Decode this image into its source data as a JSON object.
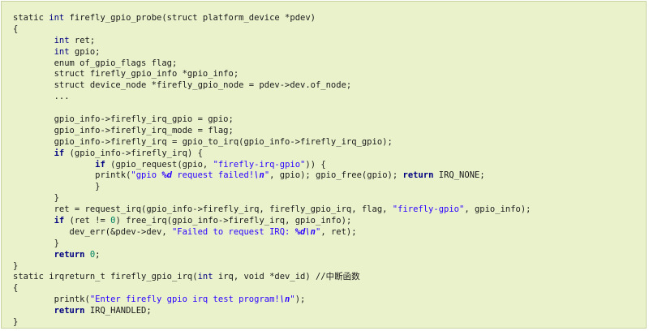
{
  "code_block": {
    "lines": [
      [
        {
          "t": "static "
        },
        {
          "t": "int",
          "c": "ty"
        },
        {
          "t": " firefly_gpio_probe(struct platform_device *pdev)"
        }
      ],
      [
        {
          "t": "{"
        }
      ],
      [
        {
          "t": "        "
        },
        {
          "t": "int",
          "c": "ty"
        },
        {
          "t": " ret;"
        }
      ],
      [
        {
          "t": "        "
        },
        {
          "t": "int",
          "c": "ty"
        },
        {
          "t": " gpio;"
        }
      ],
      [
        {
          "t": "        enum of_gpio_flags flag;"
        }
      ],
      [
        {
          "t": "        struct firefly_gpio_info *gpio_info;"
        }
      ],
      [
        {
          "t": "        struct device_node *firefly_gpio_node = pdev->dev.of_node;"
        }
      ],
      [
        {
          "t": "        ..."
        }
      ],
      [
        {
          "t": ""
        }
      ],
      [
        {
          "t": "        gpio_info->firefly_irq_gpio = gpio;"
        }
      ],
      [
        {
          "t": "        gpio_info->firefly_irq_mode = flag;"
        }
      ],
      [
        {
          "t": "        gpio_info->firefly_irq = gpio_to_irq(gpio_info->firefly_irq_gpio);"
        }
      ],
      [
        {
          "t": "        "
        },
        {
          "t": "if",
          "c": "kw"
        },
        {
          "t": " (gpio_info->firefly_irq) {"
        }
      ],
      [
        {
          "t": "                "
        },
        {
          "t": "if",
          "c": "kw"
        },
        {
          "t": " (gpio_request(gpio, "
        },
        {
          "t": "\"firefly-irq-gpio\"",
          "c": "str"
        },
        {
          "t": ")) {"
        }
      ],
      [
        {
          "t": "                printk("
        },
        {
          "t": "\"gpio ",
          "c": "str"
        },
        {
          "t": "%d",
          "c": "fmt"
        },
        {
          "t": " request failed!",
          "c": "str"
        },
        {
          "t": "\\n",
          "c": "fmt"
        },
        {
          "t": "\"",
          "c": "str"
        },
        {
          "t": ", gpio); gpio_free(gpio); "
        },
        {
          "t": "return",
          "c": "kw"
        },
        {
          "t": " IRQ_NONE;"
        }
      ],
      [
        {
          "t": "                }"
        }
      ],
      [
        {
          "t": "        }"
        }
      ],
      [
        {
          "t": "        ret = request_irq(gpio_info->firefly_irq, firefly_gpio_irq, flag, "
        },
        {
          "t": "\"firefly-gpio\"",
          "c": "str"
        },
        {
          "t": ", gpio_info);"
        }
      ],
      [
        {
          "t": "        "
        },
        {
          "t": "if",
          "c": "kw"
        },
        {
          "t": " (ret != "
        },
        {
          "t": "0",
          "c": "num"
        },
        {
          "t": ") free_irq(gpio_info->firefly_irq, gpio_info);"
        }
      ],
      [
        {
          "t": "           dev_err(&pdev->dev, "
        },
        {
          "t": "\"Failed to request IRQ: ",
          "c": "str"
        },
        {
          "t": "%d",
          "c": "fmt"
        },
        {
          "t": "\\n",
          "c": "fmt"
        },
        {
          "t": "\"",
          "c": "str"
        },
        {
          "t": ", ret);"
        }
      ],
      [
        {
          "t": "        }"
        }
      ],
      [
        {
          "t": "        "
        },
        {
          "t": "return",
          "c": "kw"
        },
        {
          "t": " "
        },
        {
          "t": "0",
          "c": "num"
        },
        {
          "t": ";"
        }
      ],
      [
        {
          "t": "}"
        }
      ],
      [
        {
          "t": "static irqreturn_t firefly_gpio_irq("
        },
        {
          "t": "int",
          "c": "ty"
        },
        {
          "t": " irq, void *dev_id) //中断函数"
        }
      ],
      [
        {
          "t": "{"
        }
      ],
      [
        {
          "t": "        printk("
        },
        {
          "t": "\"Enter firefly gpio irq test program!",
          "c": "str"
        },
        {
          "t": "\\n",
          "c": "fmt"
        },
        {
          "t": "\"",
          "c": "str"
        },
        {
          "t": ");"
        }
      ],
      [
        {
          "t": "        "
        },
        {
          "t": "return",
          "c": "kw"
        },
        {
          "t": " IRQ_HANDLED;"
        }
      ],
      [
        {
          "t": "}"
        }
      ]
    ]
  },
  "colors": {
    "panel_background": "#eaf2cc",
    "panel_border": "#c6d3a0",
    "keyword": "#000080",
    "string": "#2a00ff",
    "number": "#008060"
  }
}
